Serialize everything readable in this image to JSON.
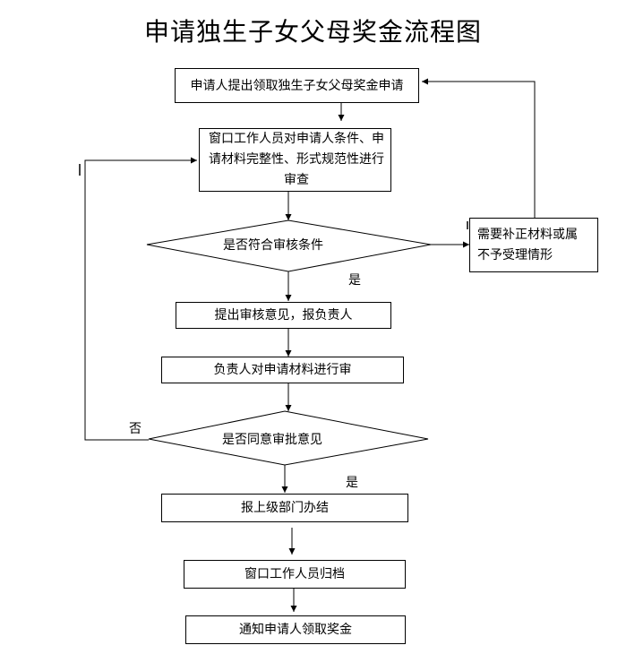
{
  "title": "申请独生子女父母奖金流程图",
  "steps": {
    "apply": "申请人提出领取独生子女父母奖金申请",
    "review_line1": "窗口工作人员对申请人条件、申",
    "review_line2": "请材料完整性、形式规范性进行",
    "review_line3": "审查",
    "check_conditions": "是否符合审核条件",
    "supplement_line1": "需要补正材料或属",
    "supplement_line2": "不予受理情形",
    "propose_opinion": "提出审核意见，报负责人",
    "leader_review": "负责人对申请材料进行审",
    "approve_decision": "是否同意审批意见",
    "report_upper": "报上级部门办结",
    "archive": "窗口工作人员归档",
    "notify": "通知申请人领取奖金"
  },
  "branch_labels": {
    "yes_1": "是",
    "no": "否",
    "yes_2": "是"
  }
}
